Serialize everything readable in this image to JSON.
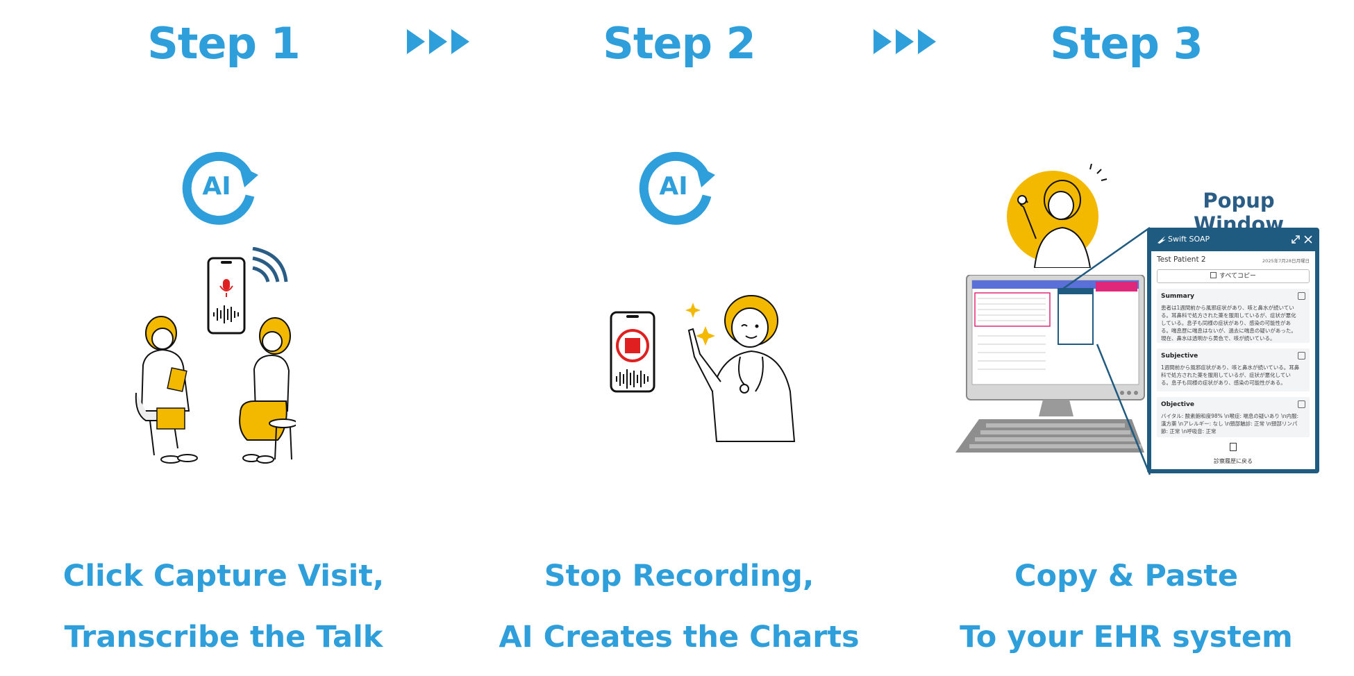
{
  "steps": [
    {
      "title": "Step 1",
      "caption_line1": "Click Capture Visit,",
      "caption_line2": "Transcribe the Talk"
    },
    {
      "title": "Step 2",
      "caption_line1": "Stop Recording,",
      "caption_line2": "AI Creates the Charts"
    },
    {
      "title": "Step 3",
      "caption_line1": "Copy & Paste",
      "caption_line2": "To your EHR system"
    }
  ],
  "ai_badge": "AI",
  "popup": {
    "label": "Popup Window",
    "app_name": "Swift SOAP",
    "patient": "Test Patient 2",
    "date": "2025年7月28日月曜日",
    "copy_all": "すべてコピー",
    "sections": [
      {
        "title": "Summary",
        "text": "患者は1週間前から風邪症状があり、咳と鼻水が続いている。耳鼻科で処方された薬を服用しているが、症状が悪化している。息子も同様の症状があり、感染の可能性がある。喘息歴に喘息はないが、過去に喘息の疑いがあった。現在、鼻水は透明から黄色で、咳が続いている。"
      },
      {
        "title": "Subjective",
        "text": "1週間前から風邪症状があり、咳と鼻水が続いている。耳鼻科で処方された薬を服用しているが、症状が悪化している。息子も同様の症状があり、感染の可能性がある。"
      },
      {
        "title": "Objective",
        "text": "バイタル: 酸素飽和度98% \\n喉症: 喘息の疑いあり \\n内服: 漢方薬 \\nアレルギー: なし \\n頸部触診: 正常 \\n頸部リンパ節: 正常 \\n呼吸音: 正常"
      }
    ],
    "back_label": "診察履歴に戻る"
  },
  "colors": {
    "accent": "#2e9fda",
    "popup_navy": "#1f5a80",
    "yellow": "#f3b800",
    "record_red": "#e02020"
  }
}
